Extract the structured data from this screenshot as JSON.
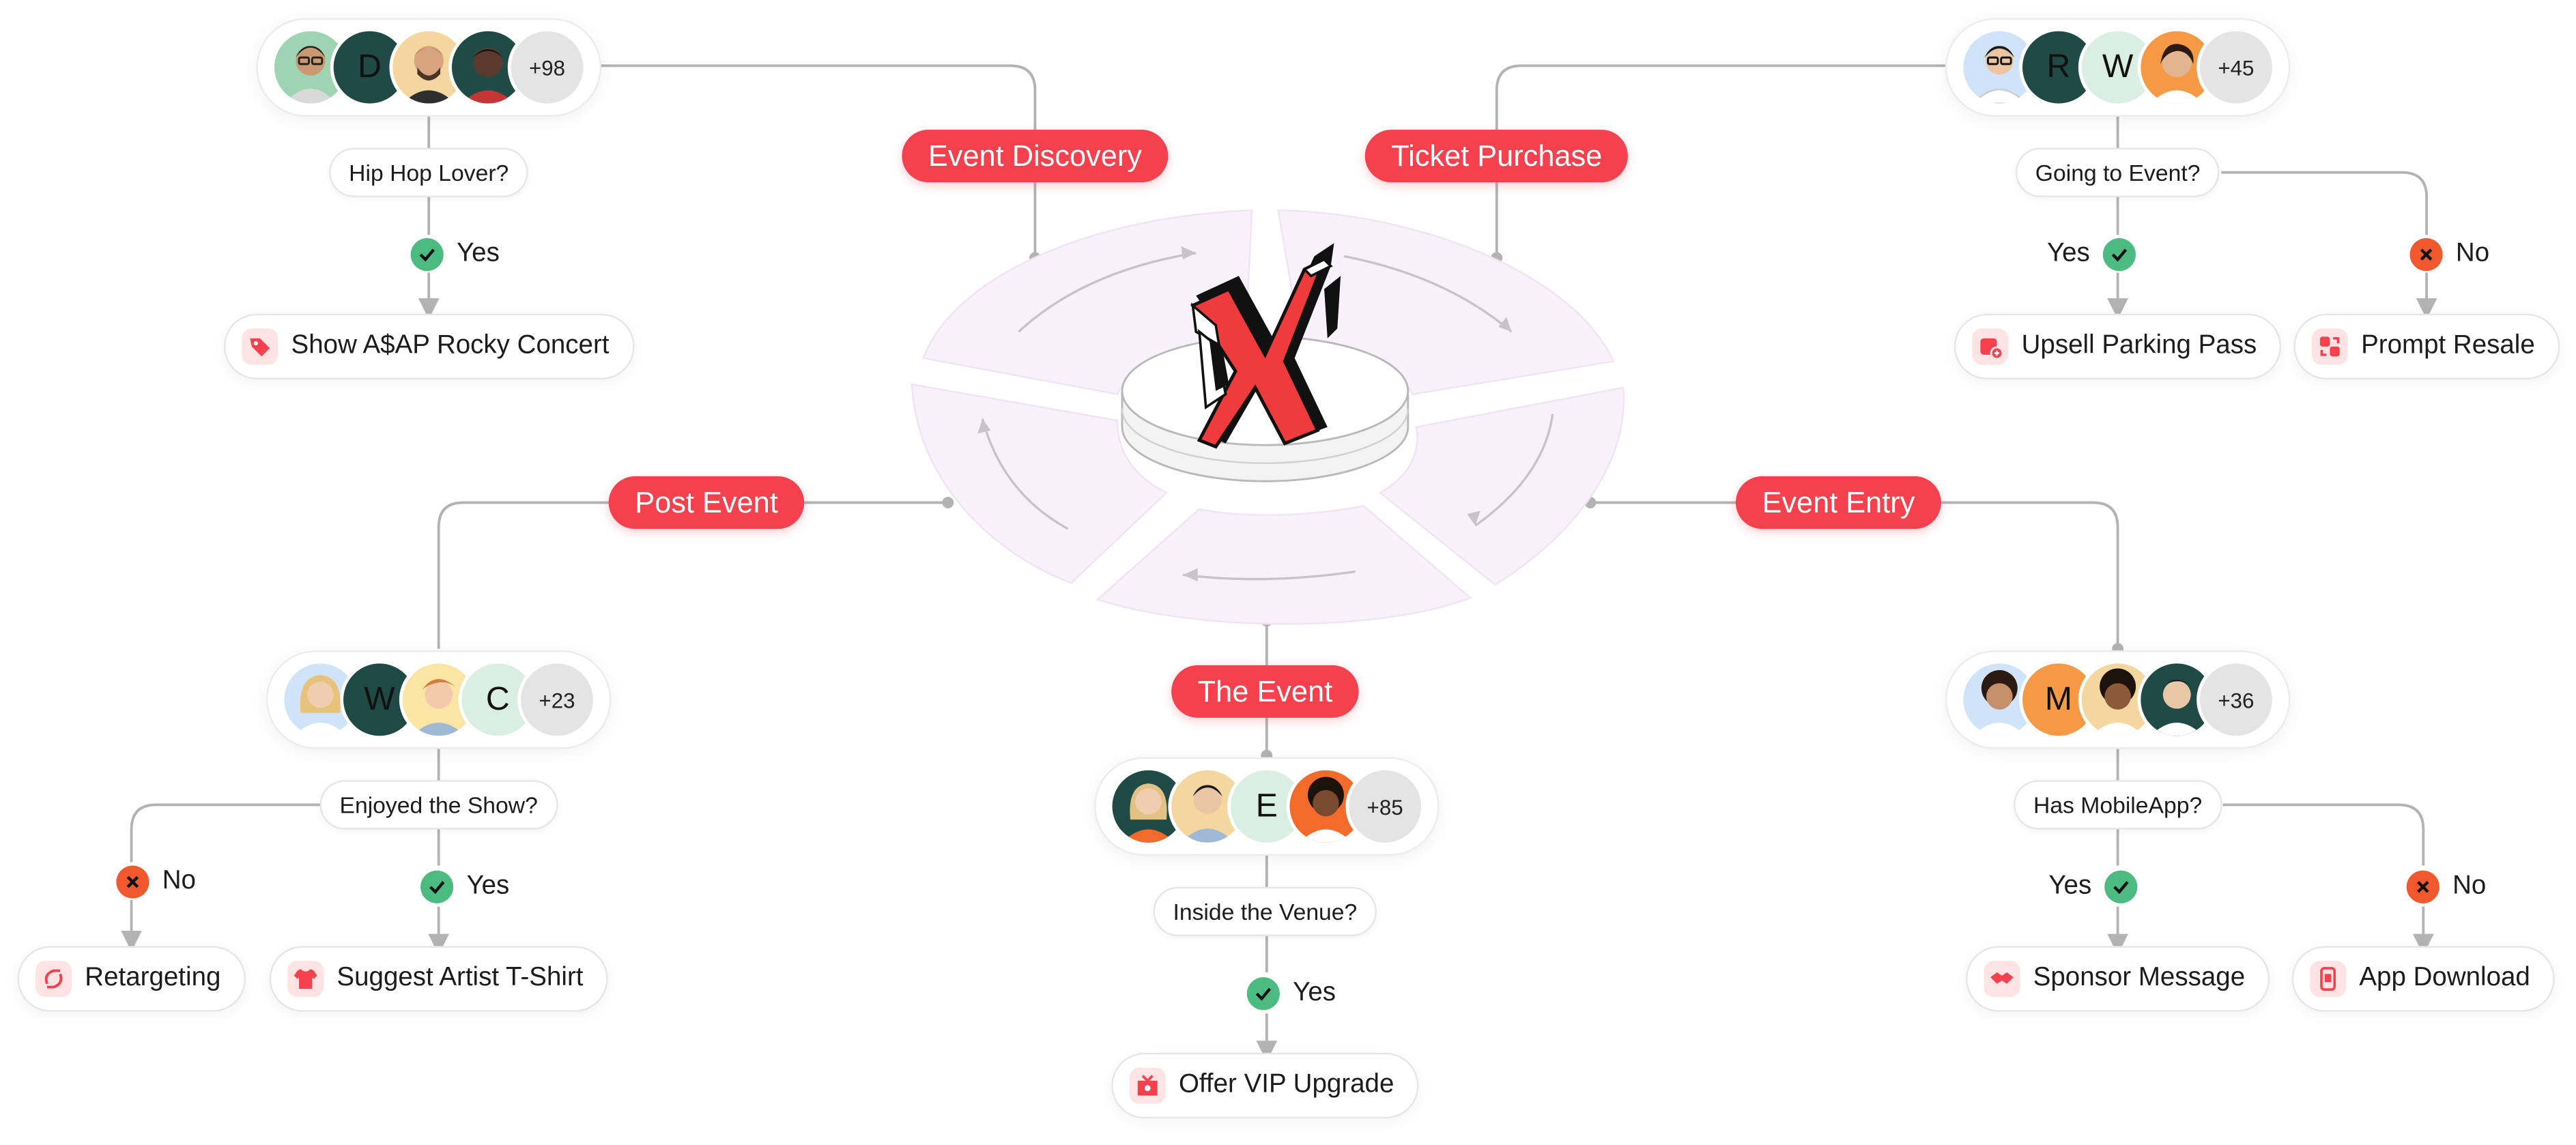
{
  "colors": {
    "accent": "#f4414d",
    "yes": "#4cbb82",
    "no": "#f2582d",
    "connector": "#b3b3b3",
    "ring": "#f8f0fa"
  },
  "stages": {
    "event_discovery": "Event Discovery",
    "ticket_purchase": "Ticket Purchase",
    "post_event": "Post Event",
    "event_entry": "Event Entry",
    "the_event": "The Event"
  },
  "branches": {
    "discovery": {
      "avatars": [
        {
          "type": "photo",
          "icon": "person-glasses-avatar"
        },
        {
          "type": "letter",
          "text": "D"
        },
        {
          "type": "photo",
          "icon": "person-beard-avatar"
        },
        {
          "type": "photo",
          "icon": "person-dark-avatar"
        }
      ],
      "more": "+98",
      "question": "Hip Hop Lover?",
      "yes": "Yes",
      "yes_action": {
        "label": "Show A$AP Rocky Concert",
        "icon": "tag-icon"
      }
    },
    "purchase": {
      "avatars": [
        {
          "type": "photo",
          "icon": "person-glasses-avatar"
        },
        {
          "type": "letter",
          "text": "R"
        },
        {
          "type": "letter",
          "text": "W"
        },
        {
          "type": "photo",
          "icon": "person-smile-avatar"
        }
      ],
      "more": "+45",
      "question": "Going to Event?",
      "yes": "Yes",
      "no": "No",
      "yes_action": {
        "label": "Upsell Parking Pass",
        "icon": "parking-pass-icon"
      },
      "no_action": {
        "label": "Prompt Resale",
        "icon": "resale-icon"
      }
    },
    "post": {
      "avatars": [
        {
          "type": "photo",
          "icon": "person-blonde-avatar"
        },
        {
          "type": "letter",
          "text": "W"
        },
        {
          "type": "photo",
          "icon": "person-redhair-avatar"
        },
        {
          "type": "letter",
          "text": "C"
        }
      ],
      "more": "+23",
      "question": "Enjoyed the Show?",
      "yes": "Yes",
      "no": "No",
      "yes_action": {
        "label": "Suggest Artist T-Shirt",
        "icon": "tshirt-icon"
      },
      "no_action": {
        "label": "Retargeting",
        "icon": "retarget-icon"
      }
    },
    "entry": {
      "avatars": [
        {
          "type": "photo",
          "icon": "person-curly-avatar"
        },
        {
          "type": "letter",
          "text": "M"
        },
        {
          "type": "photo",
          "icon": "person-curly-dark-avatar"
        },
        {
          "type": "photo",
          "icon": "person-smile-avatar"
        }
      ],
      "more": "+36",
      "question": "Has MobileApp?",
      "yes": "Yes",
      "no": "No",
      "yes_action": {
        "label": "Sponsor Message",
        "icon": "handshake-icon"
      },
      "no_action": {
        "label": "App Download",
        "icon": "phone-icon"
      }
    },
    "event": {
      "avatars": [
        {
          "type": "photo",
          "icon": "person-blonde-avatar"
        },
        {
          "type": "photo",
          "icon": "person-glasses-avatar"
        },
        {
          "type": "letter",
          "text": "E"
        },
        {
          "type": "photo",
          "icon": "person-curly-avatar"
        }
      ],
      "more": "+85",
      "question": "Inside the Venue?",
      "yes": "Yes",
      "yes_action": {
        "label": "Offer VIP Upgrade",
        "icon": "vip-icon"
      }
    }
  },
  "hub": {
    "logo_icon": "x-logo-icon"
  }
}
